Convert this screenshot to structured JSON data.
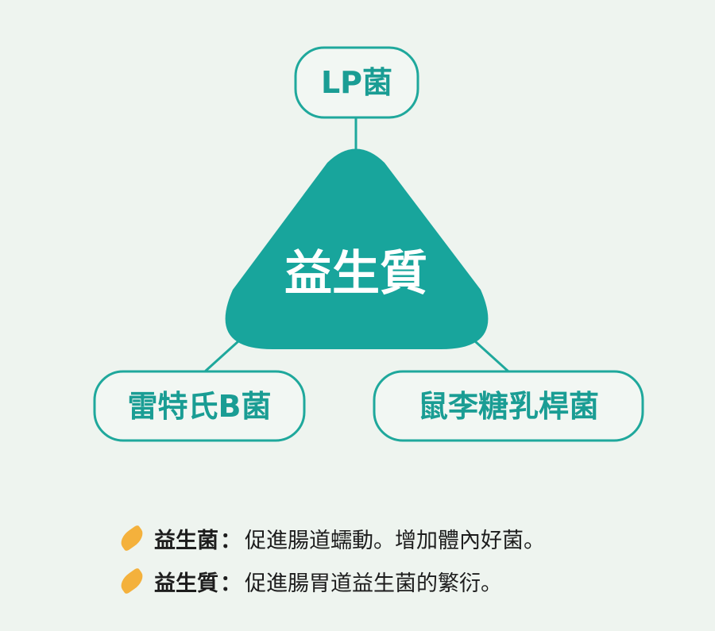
{
  "diagram": {
    "center": "益生質",
    "top_node": "LP菌",
    "left_node": "雷特氏B菌",
    "right_node": "鼠李糖乳桿菌",
    "colors": {
      "teal": "#18a59c",
      "text_teal": "#1a9d94",
      "background": "#eef4ef",
      "leaf": "#f4b13c"
    }
  },
  "legend": [
    {
      "icon": "leaf-icon",
      "term": "益生菌",
      "separator": "：",
      "desc": "促進腸道蠕動。增加體內好菌。"
    },
    {
      "icon": "leaf-icon",
      "term": "益生質",
      "separator": "：",
      "desc": "促進腸胃道益生菌的繁衍。"
    }
  ]
}
